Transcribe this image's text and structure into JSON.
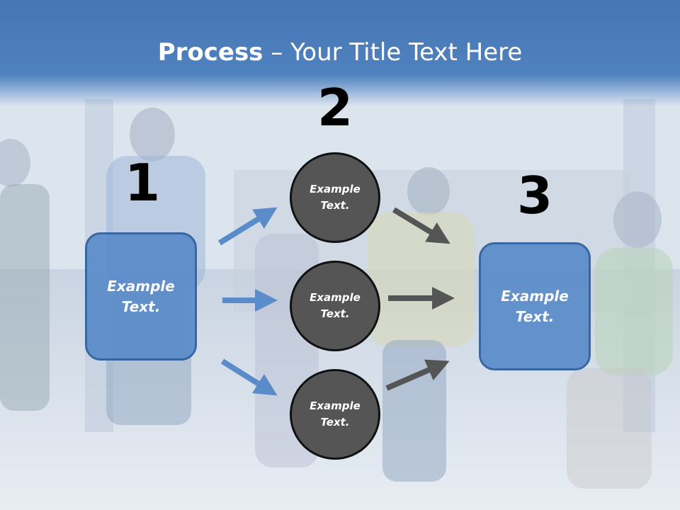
{
  "title": {
    "bold": "Process",
    "rest": " – Your Title Text Here"
  },
  "steps": {
    "one": "1",
    "two": "2",
    "three": "3"
  },
  "boxes": {
    "left": {
      "line1": "Example",
      "line2": "Text."
    },
    "right": {
      "line1": "Example",
      "line2": "Text."
    }
  },
  "circles": [
    {
      "line1": "Example",
      "line2": "Text."
    },
    {
      "line1": "Example",
      "line2": "Text."
    },
    {
      "line1": "Example",
      "line2": "Text."
    }
  ],
  "colors": {
    "title_band": "#4f82bf",
    "box_fill": "#5b8cca",
    "circle_fill": "#555555",
    "arrow_blue": "#5b8cca",
    "arrow_gray": "#555555"
  }
}
